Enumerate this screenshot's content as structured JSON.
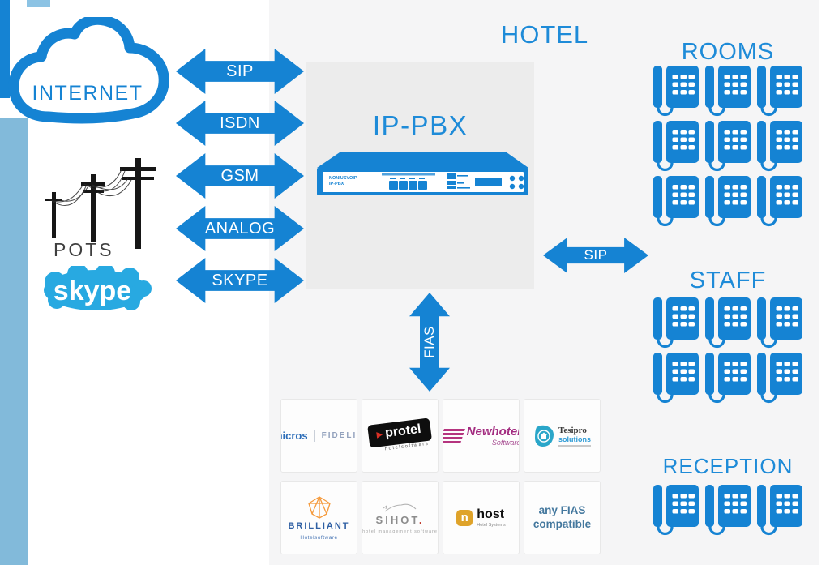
{
  "colors": {
    "primary_blue": "#1583d3",
    "title_blue": "#1e8bd8",
    "skype_blue": "#28a9e1",
    "light_blue_bar": "#82bada",
    "hotel_zone_gray": "#f5f5f6",
    "pbx_zone_gray": "#ececec"
  },
  "hotel": {
    "title": "HOTEL"
  },
  "internet": {
    "label": "INTERNET"
  },
  "pots": {
    "label": "POTS"
  },
  "skype": {
    "label": "skype",
    "tm": "™"
  },
  "pbx": {
    "title": "IP-PBX",
    "device_brand": "NONIUSVOIP",
    "device_model": "IP-PBX"
  },
  "trunks": [
    "SIP",
    "ISDN",
    "GSM",
    "ANALOG",
    "SKYPE"
  ],
  "links": {
    "sip": "SIP",
    "fias": "FIAS"
  },
  "phone_groups": [
    {
      "id": "rooms",
      "title": "ROOMS",
      "rows": 3,
      "cols": 3
    },
    {
      "id": "staff",
      "title": "STAFF",
      "rows": 2,
      "cols": 3
    },
    {
      "id": "reception",
      "title": "RECEPTION",
      "rows": 1,
      "cols": 3
    }
  ],
  "pms_logos": [
    {
      "name": "micros-fidelio",
      "primary": "micros",
      "secondary": "FIDELIO"
    },
    {
      "name": "protel",
      "primary": "protel",
      "secondary": "hotelsoftware"
    },
    {
      "name": "newhotel",
      "primary": "Newhotel",
      "secondary": "Software"
    },
    {
      "name": "tesipro",
      "primary": "Tesipro",
      "secondary": "solutions"
    },
    {
      "name": "brilliant",
      "primary": "BRILLIANT",
      "secondary": "Hotelsoftware"
    },
    {
      "name": "sihot",
      "primary": "SIHOT",
      "secondary": "hotel management software",
      "dot": "."
    },
    {
      "name": "host",
      "primary": "host",
      "secondary": "Hotel Systems"
    },
    {
      "name": "any-fias",
      "primary": "any FIAS",
      "secondary": "compatible"
    }
  ]
}
